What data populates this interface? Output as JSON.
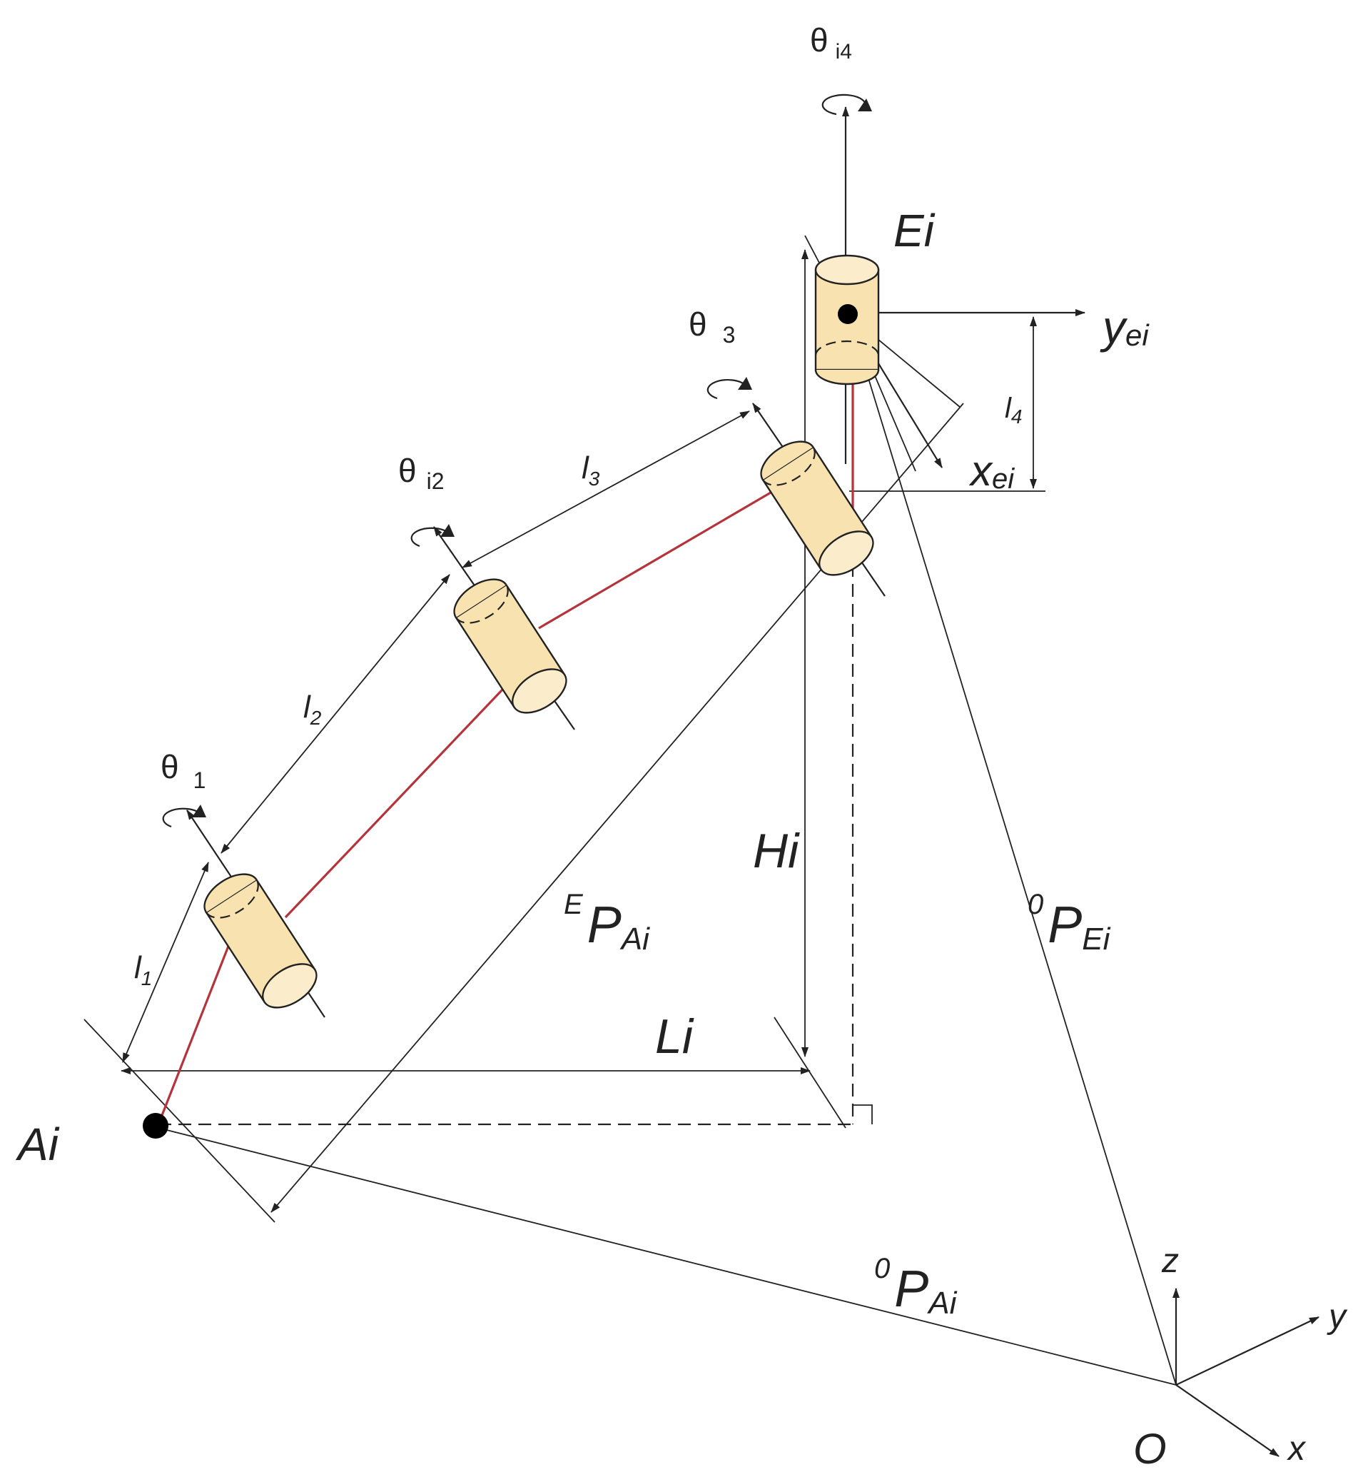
{
  "labels": {
    "theta_i4": {
      "main": "θ",
      "sub": "i4"
    },
    "theta_3": {
      "main": "θ",
      "sub": "3"
    },
    "theta_i2": {
      "main": "θ",
      "sub": "i2"
    },
    "theta_1": {
      "main": "θ",
      "sub": "1"
    },
    "Ei": "Ei",
    "Ai": "Ai",
    "O": "O",
    "y_ei": {
      "main": "y",
      "sub": "ei"
    },
    "x_ei": {
      "main": "x",
      "sub": "ei"
    },
    "l1": {
      "main": "l",
      "sub": "1"
    },
    "l2": {
      "main": "l",
      "sub": "2"
    },
    "l3": {
      "main": "l",
      "sub": "3"
    },
    "l4": {
      "main": "l",
      "sub": "4"
    },
    "Hi": "Hi",
    "Li": "Li",
    "E_P_Ai": {
      "pre": "E",
      "main": "P",
      "sub": "Ai"
    },
    "O_P_Ei": {
      "pre": "0",
      "main": "P",
      "sub": "Ei"
    },
    "O_P_Ai": {
      "pre": "0",
      "main": "P",
      "sub": "Ai"
    },
    "axis_z": "z",
    "axis_y": "y",
    "axis_x": "x"
  },
  "colors": {
    "link": "#b5333a",
    "joint_fill": "#f8e2b0",
    "line": "#222222"
  }
}
